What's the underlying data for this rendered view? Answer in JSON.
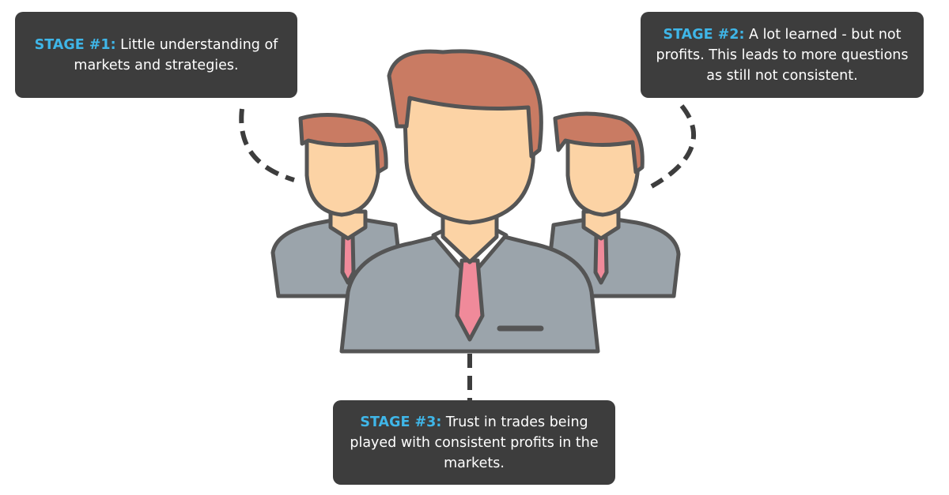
{
  "stages": [
    {
      "label": "STAGE #1:",
      "text": " Little understanding of markets and strategies."
    },
    {
      "label": "STAGE #2:",
      "text": " A lot learned - but not profits. This leads to more questions as still not consistent."
    },
    {
      "label": "STAGE #3:",
      "text": " Trust in trades being played with consistent profits in the markets."
    }
  ],
  "colors": {
    "callout_bg": "#3d3d3d",
    "label_accent": "#3fb6e8",
    "hair": "#c97b63",
    "skin": "#fcd3a5",
    "suit": "#9ba4ab",
    "tie": "#f08a9a",
    "outline": "#555555"
  },
  "icons": [
    "businessman-icon"
  ]
}
